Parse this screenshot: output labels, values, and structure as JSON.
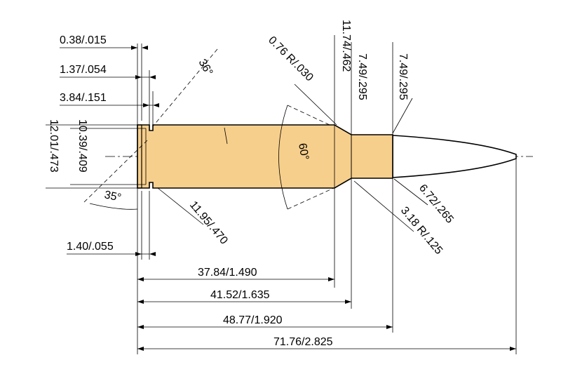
{
  "colors": {
    "case_fill": "#f7cf8c",
    "outline": "#000000",
    "background": "#ffffff"
  },
  "labels": {
    "rim_thickness": "0.38/.015",
    "extractor_groove": "1.37/.054",
    "groove_to_body": "3.84/.151",
    "shoulder_angle_small": "36°",
    "neck_radius": "0.76 R/.030",
    "shoulder_diameter": "11.74/.462",
    "neck_diameter_a": "7.49/.295",
    "neck_diameter_b": "7.49/.295",
    "rim_diameter": "12.01/.473",
    "groove_diameter": "10.39/.409",
    "shoulder_angle": "60°",
    "rim_bevel_angle": "35°",
    "base_diameter": "11.95/.470",
    "bullet_diameter": "6.72/.265",
    "ogive_radius": "3.18 R/.125",
    "rim_width": "1.40/.055",
    "length_to_shoulder": "37.84/1.490",
    "length_to_neck": "41.52/1.635",
    "case_length": "48.77/1.920",
    "overall_length": "71.76/2.825"
  }
}
